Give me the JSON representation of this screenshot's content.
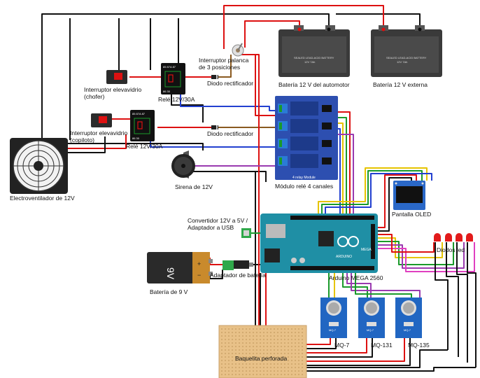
{
  "labels": {
    "fan": "Electroventilador de 12V",
    "switch_driver": "Interruptor elevavidrio\n(chofer)",
    "switch_copilot": "Interruptor elevavidrio\n(copiloto)",
    "relay_top": "Relé 12V/30A",
    "relay_bottom": "Relé 12V/30A",
    "diode_top": "Diodo rectificador",
    "diode_bottom": "Diodo rectificador",
    "lever_switch": "Interruptor palanca\nde 3 posiciones",
    "battery_car": "Batería 12 V del automotor",
    "battery_ext": "Batería 12 V externa",
    "relay_module": "Módulo relé 4 canales",
    "siren": "Sirena de 12V",
    "converter": "Convertidor 12V a 5V /\nAdaptador a USB",
    "arduino": "Arduino MEGA 2560",
    "oled": "Pantalla OLED",
    "leds": "Diodos led",
    "battery_9v": "Batería de 9 V",
    "adapter": "Adaptador de batería",
    "mq7": "MQ-7",
    "mq131": "MQ-131",
    "mq135": "MQ-135",
    "perfboard": "Baquelita perforada"
  },
  "component_text": {
    "battery_brand": "SEALED LEAD-ACID BATTERY",
    "battery_rating": "12V 7Ah",
    "battery_9v_mark": "9V",
    "relay_module_title": "4 relay Module",
    "arduino_logo": "ARDUINO",
    "arduino_model": "MEGA",
    "sensor_chip": "MQ-7"
  },
  "colors": {
    "relay_module": "#2d4fb0",
    "arduino": "#1f8fa5",
    "sensor": "#2166c2",
    "perfboard": "#e8c188",
    "battery": "#3a3a3a",
    "wire_red": "#d11",
    "wire_black": "#111",
    "wire_blue": "#2340d0",
    "wire_green": "#1a9a2a",
    "wire_yellow": "#e6c400",
    "wire_purple": "#9a3ab0",
    "wire_pink": "#e040c0",
    "wire_brown": "#8a5a20",
    "led": "#e21b1b"
  }
}
